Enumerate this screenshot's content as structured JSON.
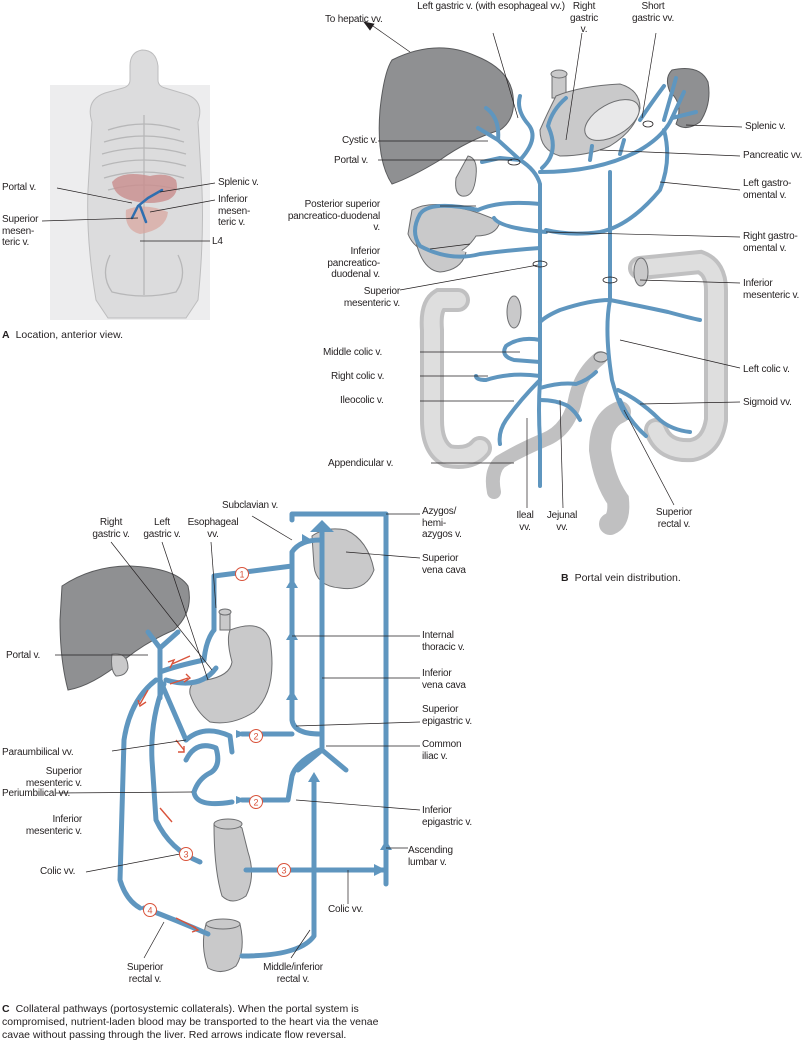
{
  "panelA": {
    "caption_letter": "A",
    "caption_text": "Location, anterior view.",
    "labels": {
      "portal": "Portal v.",
      "superior_mesenteric": "Superior mesen-teric v.",
      "splenic": "Splenic v.",
      "inferior_mesenteric": "Inferior mesen-teric v.",
      "l4": "L4"
    }
  },
  "panelB": {
    "caption_letter": "B",
    "caption_text": "Portal vein distribution.",
    "labels": {
      "to_hepatic": "To hepatic vv.",
      "left_gastric": "Left gastric v. (with esophageal vv.)",
      "right_gastric": "Right gastric v.",
      "short_gastric": "Short gastric vv.",
      "splenic": "Splenic v.",
      "cystic": "Cystic v.",
      "portal": "Portal v.",
      "pancreatic": "Pancreatic vv.",
      "left_gastro_omental": "Left gastro-omental v.",
      "post_sup_pd": "Posterior superior pancreatico-duodenal v.",
      "inf_pd": "Inferior pancreatico-duodenal v.",
      "right_gastro_omental": "Right gastro-omental v.",
      "inferior_mesenteric": "Inferior mesenteric v.",
      "superior_mesenteric": "Superior mesenteric v.",
      "middle_colic": "Middle colic v.",
      "right_colic": "Right colic v.",
      "left_colic": "Left colic v.",
      "ileocolic": "Ileocolic v.",
      "sigmoid": "Sigmoid vv.",
      "appendicular": "Appendicular v.",
      "ileal": "Ileal vv.",
      "jejunal": "Jejunal vv.",
      "superior_rectal": "Superior rectal v."
    }
  },
  "panelC": {
    "caption_letter": "C",
    "caption_text": "Collateral pathways (portosystemic collaterals). When the portal system is compromised, nutrient-laden blood may be transported to the heart via the venae cavae without passing through the liver. Red arrows indicate flow reversal.",
    "labels": {
      "right_gastric": "Right gastric v.",
      "left_gastric": "Left gastric v.",
      "esophageal": "Esophageal vv.",
      "subclavian": "Subclavian v.",
      "azygos": "Azygos/ hemi-azygos v.",
      "superior_vena_cava": "Superior vena cava",
      "portal": "Portal v.",
      "internal_thoracic": "Internal thoracic v.",
      "inferior_vena_cava": "Inferior vena cava",
      "paraumbilical": "Paraumbilical vv.",
      "superior_epigastric": "Superior epigastric v.",
      "superior_mesenteric": "Superior mesenteric v.",
      "common_iliac": "Common iliac v.",
      "periumbilical": "Periumbilical vv.",
      "inferior_epigastric": "Inferior epigastric v.",
      "inferior_mesenteric": "Inferior mesenteric v.",
      "ascending_lumbar": "Ascending lumbar v.",
      "colic_left": "Colic vv.",
      "colic_bottom": "Colic vv.",
      "superior_rectal": "Superior rectal v.",
      "middle_inferior_rectal": "Middle/inferior rectal v."
    },
    "pathway_numbers": [
      "1",
      "2",
      "3",
      "4"
    ]
  },
  "colors": {
    "vein": "#5f96bf",
    "organ": "#c9c9ca",
    "liver": "#8f9092",
    "reversal_arrow": "#d9533b"
  }
}
